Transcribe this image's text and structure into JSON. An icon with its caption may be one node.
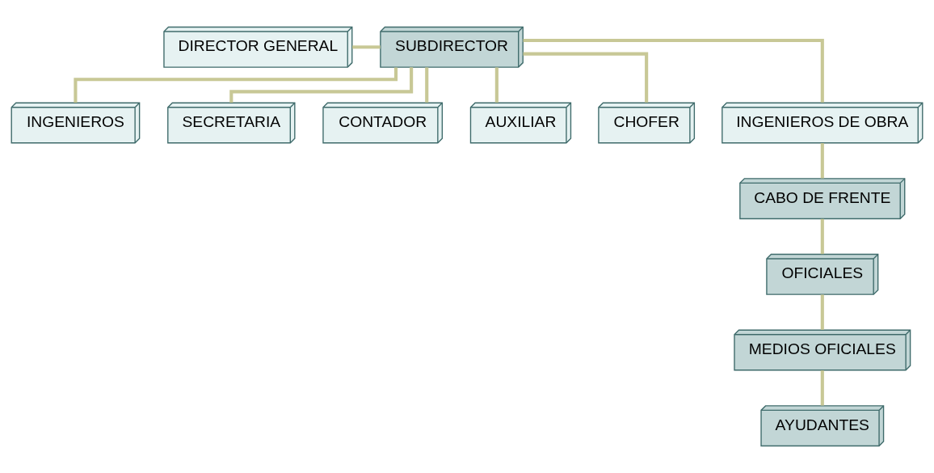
{
  "diagram": {
    "nodes": [
      {
        "text": [
          "DIRECTOR GENERAL"
        ]
      },
      {
        "text": [
          "SUBDIRECTOR"
        ]
      },
      {
        "text": [
          "INGENIEROS"
        ]
      },
      {
        "text": [
          "SECRETARIA"
        ]
      },
      {
        "text": [
          "CONTADOR"
        ]
      },
      {
        "text": [
          "AUXILIAR"
        ]
      },
      {
        "text": [
          "CHOFER"
        ]
      },
      {
        "text": [
          "INGENIEROS DE OBRA"
        ]
      },
      {
        "text": [
          "CABO DE FRENTE"
        ]
      },
      {
        "text": [
          "OFICIALES"
        ]
      },
      {
        "text": [
          "MEDIOS OFICIALES"
        ]
      },
      {
        "text": [
          "AYUDANTES"
        ]
      }
    ],
    "edges": [
      {
        "from": 0,
        "to": 1,
        "arrow": "none"
      },
      {
        "from": 1,
        "to": 2,
        "arrow": "none"
      },
      {
        "from": 1,
        "to": 3,
        "arrow": "none"
      },
      {
        "from": 1,
        "to": 4,
        "arrow": "none"
      },
      {
        "from": 1,
        "to": 5,
        "arrow": "none"
      },
      {
        "from": 1,
        "to": 6,
        "arrow": "none"
      },
      {
        "from": 1,
        "to": 7,
        "arrow": "none"
      },
      {
        "from": 7,
        "to": 8,
        "arrow": "none"
      },
      {
        "from": 8,
        "to": 9,
        "arrow": "none"
      },
      {
        "from": 9,
        "to": 10,
        "arrow": "none"
      },
      {
        "from": 10,
        "to": 11,
        "arrow": "none"
      }
    ]
  }
}
